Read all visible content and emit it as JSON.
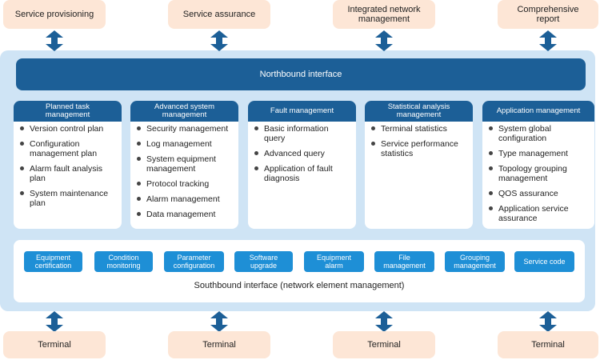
{
  "top_boxes": [
    {
      "label": "Service provisioning"
    },
    {
      "label": "Service assurance"
    },
    {
      "label": "Integrated network management"
    },
    {
      "label": "Comprehensive report"
    }
  ],
  "northbound": {
    "label": "Northbound interface"
  },
  "cards": [
    {
      "title": "Planned task management",
      "items": [
        "Version control plan",
        "Configuration management plan",
        "Alarm fault analysis plan",
        "System maintenance plan"
      ]
    },
    {
      "title": "Advanced system management",
      "items": [
        "Security management",
        "Log management",
        "System equipment management",
        "Protocol tracking",
        "Alarm management",
        "Data management"
      ]
    },
    {
      "title": "Fault management",
      "items": [
        "Basic information query",
        "Advanced query",
        "Application of fault diagnosis"
      ]
    },
    {
      "title": "Statistical analysis management",
      "items": [
        "Terminal statistics",
        "Service performance statistics"
      ]
    },
    {
      "title": "Application management",
      "items": [
        "System global configuration",
        "Type management",
        "Topology grouping management",
        "QOS assurance",
        "Application service assurance"
      ]
    }
  ],
  "south_buttons": [
    {
      "label": "Equipment certification"
    },
    {
      "label": "Condition monitoring"
    },
    {
      "label": "Parameter configuration"
    },
    {
      "label": "Software upgrade"
    },
    {
      "label": "Equipment alarm"
    },
    {
      "label": "File management"
    },
    {
      "label": "Grouping management"
    },
    {
      "label": "Service code"
    }
  ],
  "southbound": {
    "label": "Southbound interface (network element management)"
  },
  "bottom_boxes": [
    {
      "label": "Terminal"
    },
    {
      "label": "Terminal"
    },
    {
      "label": "Terminal"
    },
    {
      "label": "Terminal"
    }
  ],
  "colors": {
    "panel_bg": "#cfe4f5",
    "dark_blue": "#1c5f97",
    "button_blue": "#1e8fd6",
    "peach": "#fde6d6"
  }
}
